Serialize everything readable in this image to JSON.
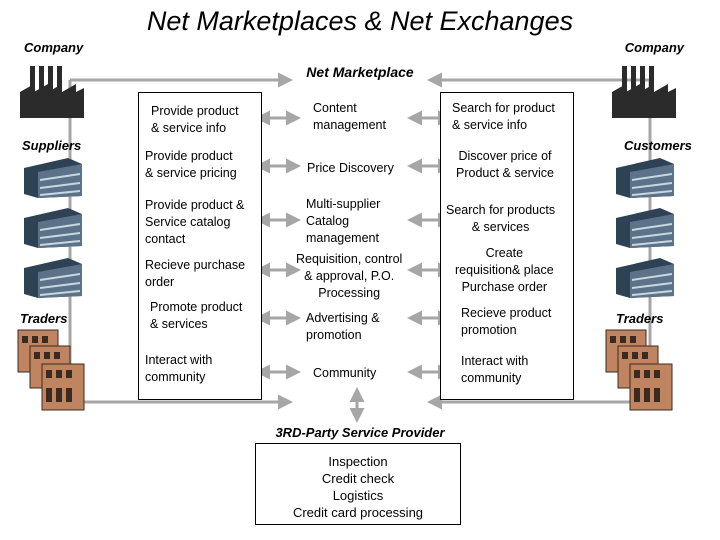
{
  "title": "Net Marketplaces & Net Exchanges",
  "company_left": "Company",
  "company_right": "Company",
  "net_marketplace": "Net Marketplace",
  "suppliers": "Suppliers",
  "customers": "Customers",
  "traders_left": "Traders",
  "traders_right": "Traders",
  "left_col": [
    "Provide product\n& service info",
    "Provide product\n& service pricing",
    "Provide product &\nService catalog\ncontact",
    "Recieve purchase\norder",
    "Promote product\n& services",
    "Interact with\ncommunity"
  ],
  "mid_col": [
    "Content\nmanagement",
    "Price Discovery",
    "Multi-supplier\nCatalog\nmanagement",
    "Requisition, control\n& approval, P.O.\nProcessing",
    "Advertising &\npromotion",
    "Community"
  ],
  "right_col": [
    "Search for product\n& service info",
    "Discover price of\nProduct & service",
    "Search for products\n& services",
    "Create\nrequisition& place\nPurchase order",
    "Recieve product\npromotion",
    "Interact with\ncommunity"
  ],
  "third_party": {
    "title": "3RD-Party Service Provider",
    "items": [
      "Inspection",
      "Credit check",
      "Logistics",
      "Credit card processing"
    ]
  },
  "colors": {
    "arrow": "#a6a6a6",
    "building_front": "#5b7288",
    "building_side": "#2e4255",
    "factory": "#2b2b2b",
    "store": "#c08560"
  },
  "icons": [
    "factory-icon",
    "office-building-icon",
    "storefront-icon"
  ]
}
